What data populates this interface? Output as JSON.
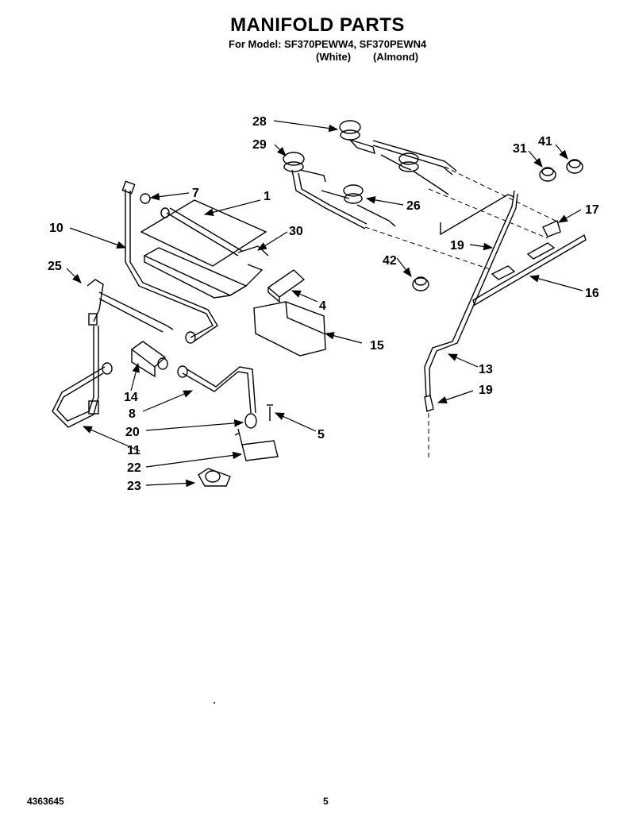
{
  "header": {
    "title": "MANIFOLD PARTS",
    "model_line": "For Model: SF370PEWW4, SF370PEWN4",
    "variant_white": "(White)",
    "variant_almond": "(Almond)"
  },
  "callouts": [
    "28",
    "29",
    "31",
    "41",
    "7",
    "1",
    "26",
    "17",
    "10",
    "30",
    "19",
    "25",
    "42",
    "16",
    "4",
    "15",
    "13",
    "19",
    "14",
    "8",
    "5",
    "20",
    "11",
    "22",
    "23"
  ],
  "footer": {
    "doc_number": "4363645",
    "page_number": "5"
  }
}
